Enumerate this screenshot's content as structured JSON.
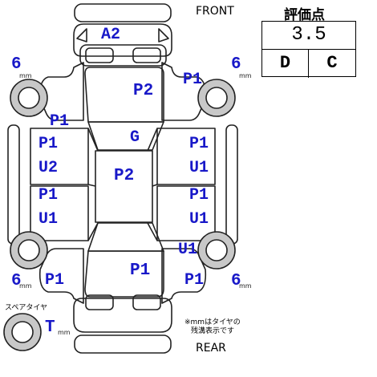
{
  "labels": {
    "front": "FRONT",
    "rear": "REAR",
    "spare_tire": "スペアタイヤ",
    "note_line1": "※mmはタイヤの",
    "note_line2": "残溝表示です",
    "mm": "mm"
  },
  "grade": {
    "title": "評価点",
    "score": "3.5",
    "interior": "D",
    "exterior": "C"
  },
  "tires": {
    "front_left": "6",
    "front_right": "6",
    "rear_left": "6",
    "rear_right": "6",
    "spare": "T"
  },
  "damage": {
    "front_bumper": "A2",
    "hood": "P2",
    "hood_right_edge": "P1",
    "left_front_pillar": "P1",
    "roof_front": "G",
    "roof": "P2",
    "left_front_door_1": "P1",
    "left_front_door_2": "U2",
    "left_rear_door_1": "P1",
    "left_rear_door_2": "U1",
    "right_front_door_1": "P1",
    "right_front_door_2": "U1",
    "right_rear_door_1": "P1",
    "right_rear_door_2": "U1",
    "right_rear_quarter": "U1",
    "trunk": "P1",
    "left_rear_fender": "P1",
    "right_rear_fender": "P1"
  }
}
